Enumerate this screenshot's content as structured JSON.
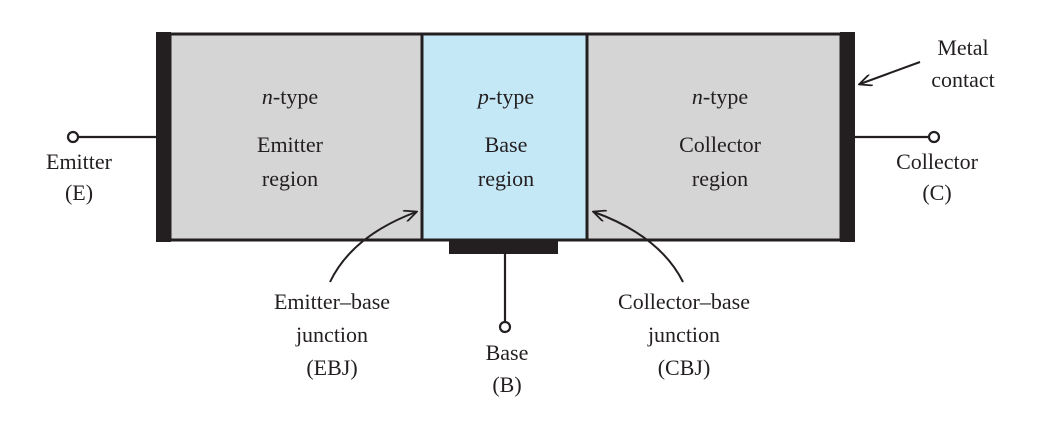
{
  "colors": {
    "outline": "#231f20",
    "nregion": "#d5d5d6",
    "pregion": "#c5e8f7",
    "contact": "#231f20",
    "background": "#ffffff"
  },
  "regions": {
    "emitter": {
      "type_prefix": "n",
      "type_suffix": "-type",
      "line1": "Emitter",
      "line2": "region"
    },
    "base": {
      "type_prefix": "p",
      "type_suffix": "-type",
      "line1": "Base",
      "line2": "region"
    },
    "collector": {
      "type_prefix": "n",
      "type_suffix": "-type",
      "line1": "Collector",
      "line2": "region"
    }
  },
  "terminals": {
    "emitter": {
      "name": "Emitter",
      "symbol": "(E)"
    },
    "base": {
      "name": "Base",
      "symbol": "(B)"
    },
    "collector": {
      "name": "Collector",
      "symbol": "(C)"
    }
  },
  "junctions": {
    "ebj": {
      "line1": "Emitter–base",
      "line2": "junction",
      "line3": "(EBJ)"
    },
    "cbj": {
      "line1": "Collector–base",
      "line2": "junction",
      "line3": "(CBJ)"
    }
  },
  "metal_contact": {
    "line1": "Metal",
    "line2": "contact"
  }
}
